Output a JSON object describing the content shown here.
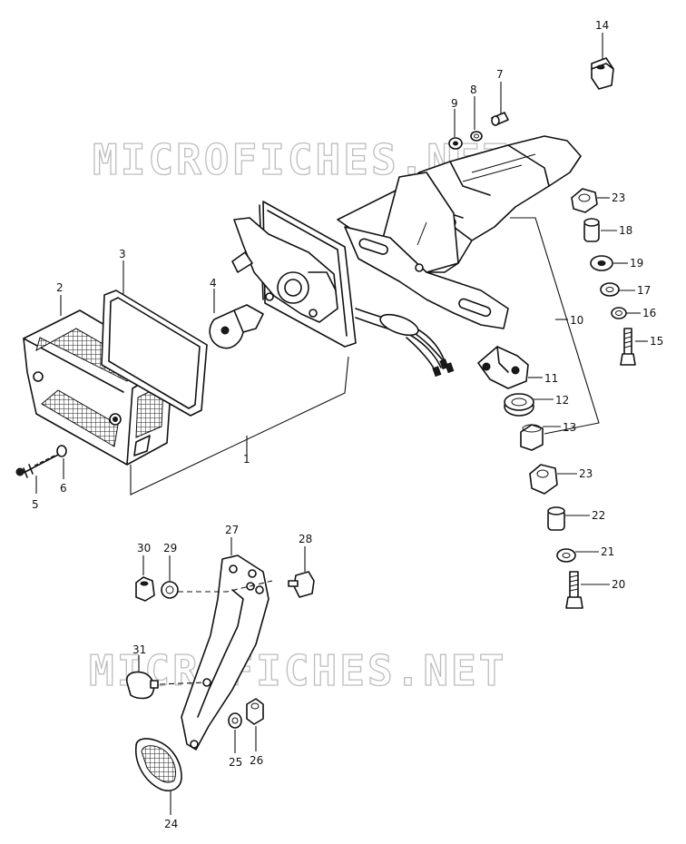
{
  "watermark": {
    "text": "MICROFICHES.NET"
  },
  "callouts": [
    {
      "id": "1",
      "label": "1"
    },
    {
      "id": "2",
      "label": "2"
    },
    {
      "id": "3",
      "label": "3"
    },
    {
      "id": "4",
      "label": "4"
    },
    {
      "id": "5",
      "label": "5"
    },
    {
      "id": "6",
      "label": "6"
    },
    {
      "id": "7",
      "label": "7"
    },
    {
      "id": "8",
      "label": "8"
    },
    {
      "id": "9",
      "label": "9"
    },
    {
      "id": "10",
      "label": "10"
    },
    {
      "id": "11",
      "label": "11"
    },
    {
      "id": "12",
      "label": "12"
    },
    {
      "id": "13",
      "label": "13"
    },
    {
      "id": "14",
      "label": "14"
    },
    {
      "id": "15",
      "label": "15"
    },
    {
      "id": "16",
      "label": "16"
    },
    {
      "id": "17",
      "label": "17"
    },
    {
      "id": "18",
      "label": "18"
    },
    {
      "id": "19",
      "label": "19"
    },
    {
      "id": "20",
      "label": "20"
    },
    {
      "id": "21",
      "label": "21"
    },
    {
      "id": "22",
      "label": "22"
    },
    {
      "id": "23a",
      "label": "23"
    },
    {
      "id": "23b",
      "label": "23"
    },
    {
      "id": "24",
      "label": "24"
    },
    {
      "id": "25",
      "label": "25"
    },
    {
      "id": "26",
      "label": "26"
    },
    {
      "id": "27",
      "label": "27"
    },
    {
      "id": "28",
      "label": "28"
    },
    {
      "id": "29",
      "label": "29"
    },
    {
      "id": "30",
      "label": "30"
    },
    {
      "id": "31",
      "label": "31"
    }
  ]
}
